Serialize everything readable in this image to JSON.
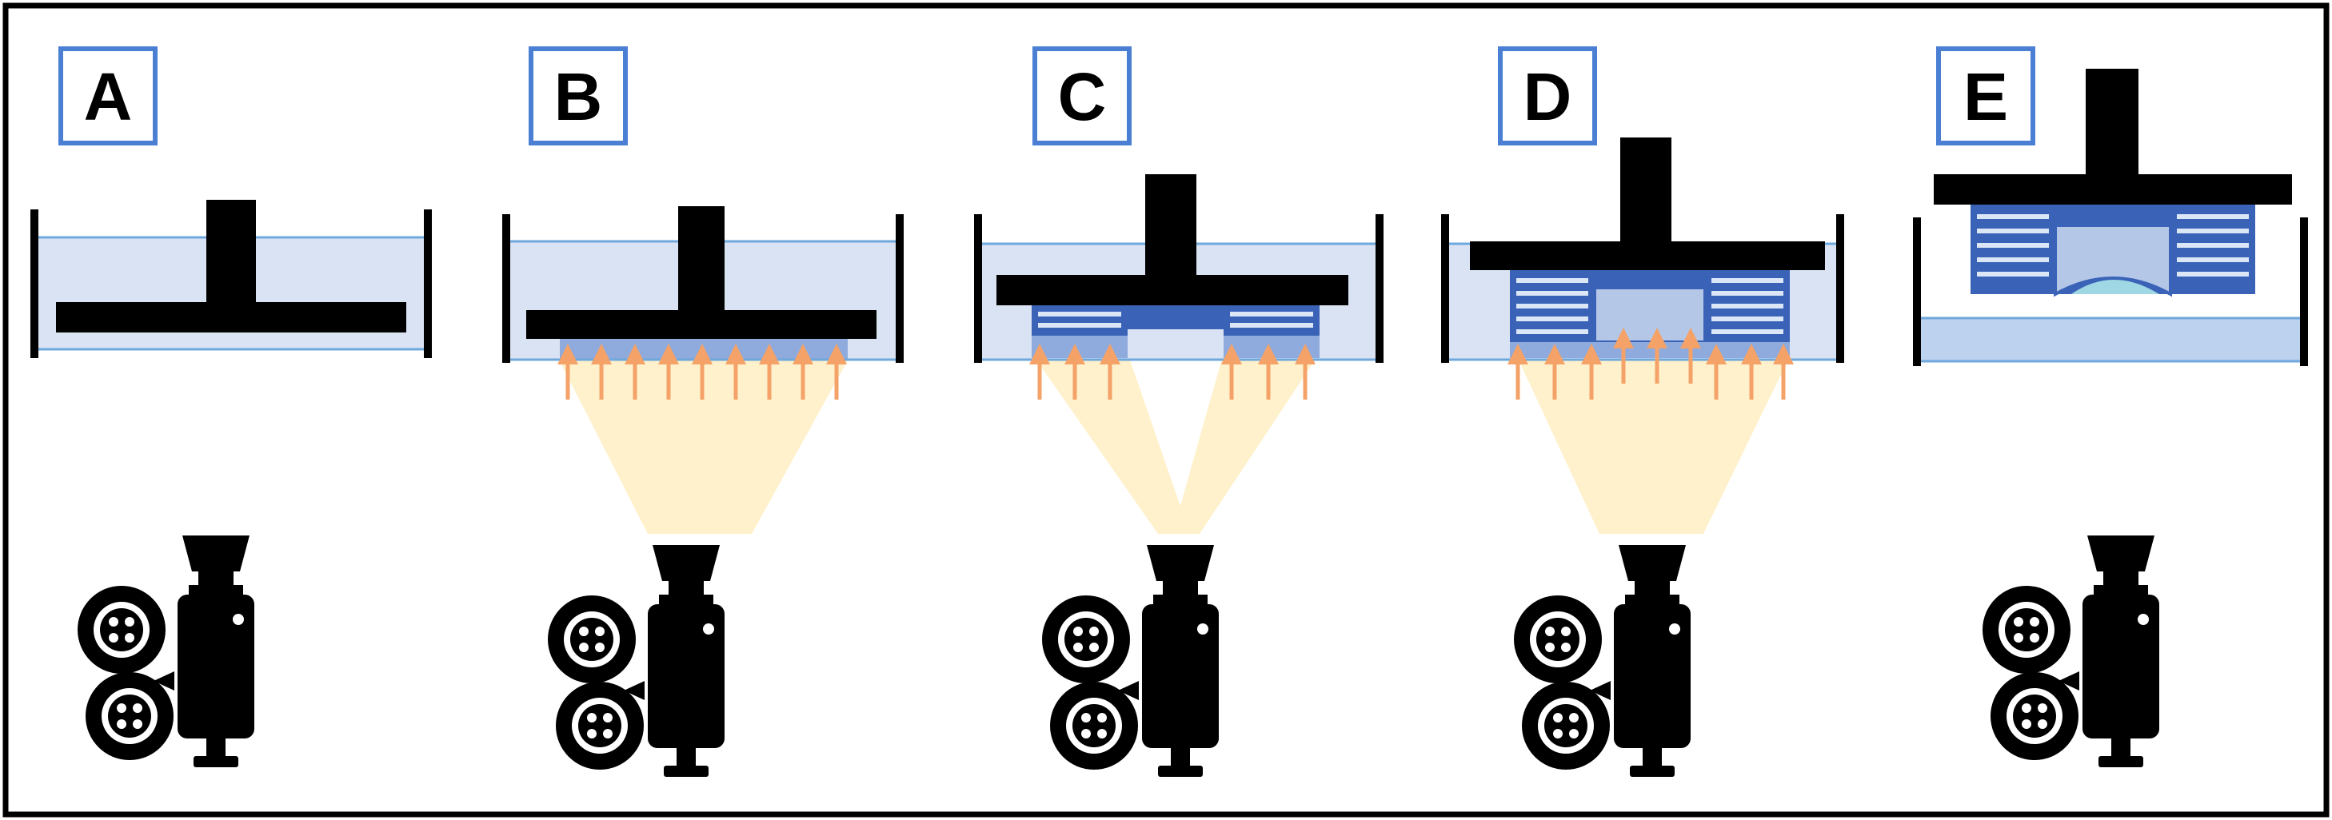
{
  "panels": [
    {
      "id": "A",
      "label": "A"
    },
    {
      "id": "B",
      "label": "B"
    },
    {
      "id": "C",
      "label": "C"
    },
    {
      "id": "D",
      "label": "D"
    },
    {
      "id": "E",
      "label": "E"
    }
  ],
  "colors": {
    "frame": "#000000",
    "label_box": "#4a7fd4",
    "resin": "#dae3f3",
    "resin_surface": "#6fa8dc",
    "resin_low": "#bcd2ee",
    "cured_fill": "#3a63b8",
    "cured_stripe": "#dbe6f7",
    "cured_center": "#b4c7e7",
    "fluid_droplet": "#9fd8e4",
    "exposure": "#8faadc",
    "light_beam": "#fff1cc",
    "arrow": "#f4a268",
    "projector": "#000000"
  },
  "icons": {
    "light_source": "film-projector-icon",
    "light_ray": "up-arrow-icon"
  }
}
